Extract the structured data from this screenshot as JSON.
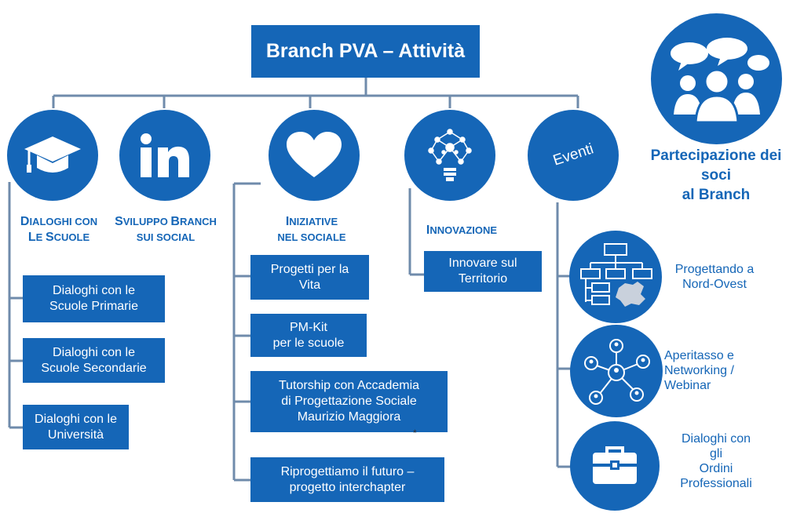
{
  "title": "Branch PVA – Attività",
  "participation": {
    "line1": "Partecipazione dei",
    "line2": "soci",
    "line3": "al Branch",
    "icon": "people-chat-icon"
  },
  "categories": {
    "scuole": {
      "line1_first": "D",
      "line1_rest": "IALOGHI CON",
      "line2_first": "L",
      "line2_rest": "E ",
      "line2_first2": "S",
      "line2_rest2": "CUOLE",
      "icon": "graduation-cap-icon"
    },
    "social": {
      "line1_first": "S",
      "line1_rest": "VILUPPO ",
      "line1_first2": "B",
      "line1_rest2": "RANCH",
      "line2_rest": "SUI SOCIAL",
      "icon": "linkedin-icon"
    },
    "sociale": {
      "line1_first": "I",
      "line1_rest": "NIZIATIVE",
      "line2_rest": "NEL SOCIALE",
      "icon": "heart-icon"
    },
    "innovazione": {
      "line1_first": "I",
      "line1_rest": "NNOVAZIONE",
      "icon": "lightbulb-network-icon"
    },
    "eventi": {
      "label": "Eventi"
    }
  },
  "scuole_items": [
    {
      "line1": "Dialoghi con le",
      "line2": "Scuole Primarie"
    },
    {
      "line1": "Dialoghi con le",
      "line2": "Scuole Secondarie"
    },
    {
      "line1": "Dialoghi con le",
      "line2": "Università"
    }
  ],
  "sociale_items": [
    {
      "line1": "Progetti per la",
      "line2": "Vita"
    },
    {
      "line1": "PM-Kit",
      "line2": "per le scuole"
    },
    {
      "line1": "Tutorship con Accademia",
      "line2": "di Progettazione Sociale",
      "line3": "Maurizio Maggiora"
    },
    {
      "line1": "Riprogettiamo il futuro –",
      "line2": "progetto interchapter"
    }
  ],
  "sociale_note": "*",
  "innovazione_items": [
    {
      "line1": "Innovare sul",
      "line2": "Territorio"
    }
  ],
  "eventi_items": [
    {
      "line1": "Progettando a",
      "line2": "Nord-Ovest",
      "icon": "org-chart-map-icon"
    },
    {
      "line1": "Aperitasso e",
      "line2": "Networking /",
      "line3": "Webinar",
      "icon": "network-icon"
    },
    {
      "line1": "Dialoghi con",
      "line2": "gli",
      "line3": "Ordini",
      "line4": "Professionali",
      "icon": "toolbox-icon"
    }
  ],
  "colors": {
    "primary": "#1566b7",
    "line": "#6f8bab"
  }
}
